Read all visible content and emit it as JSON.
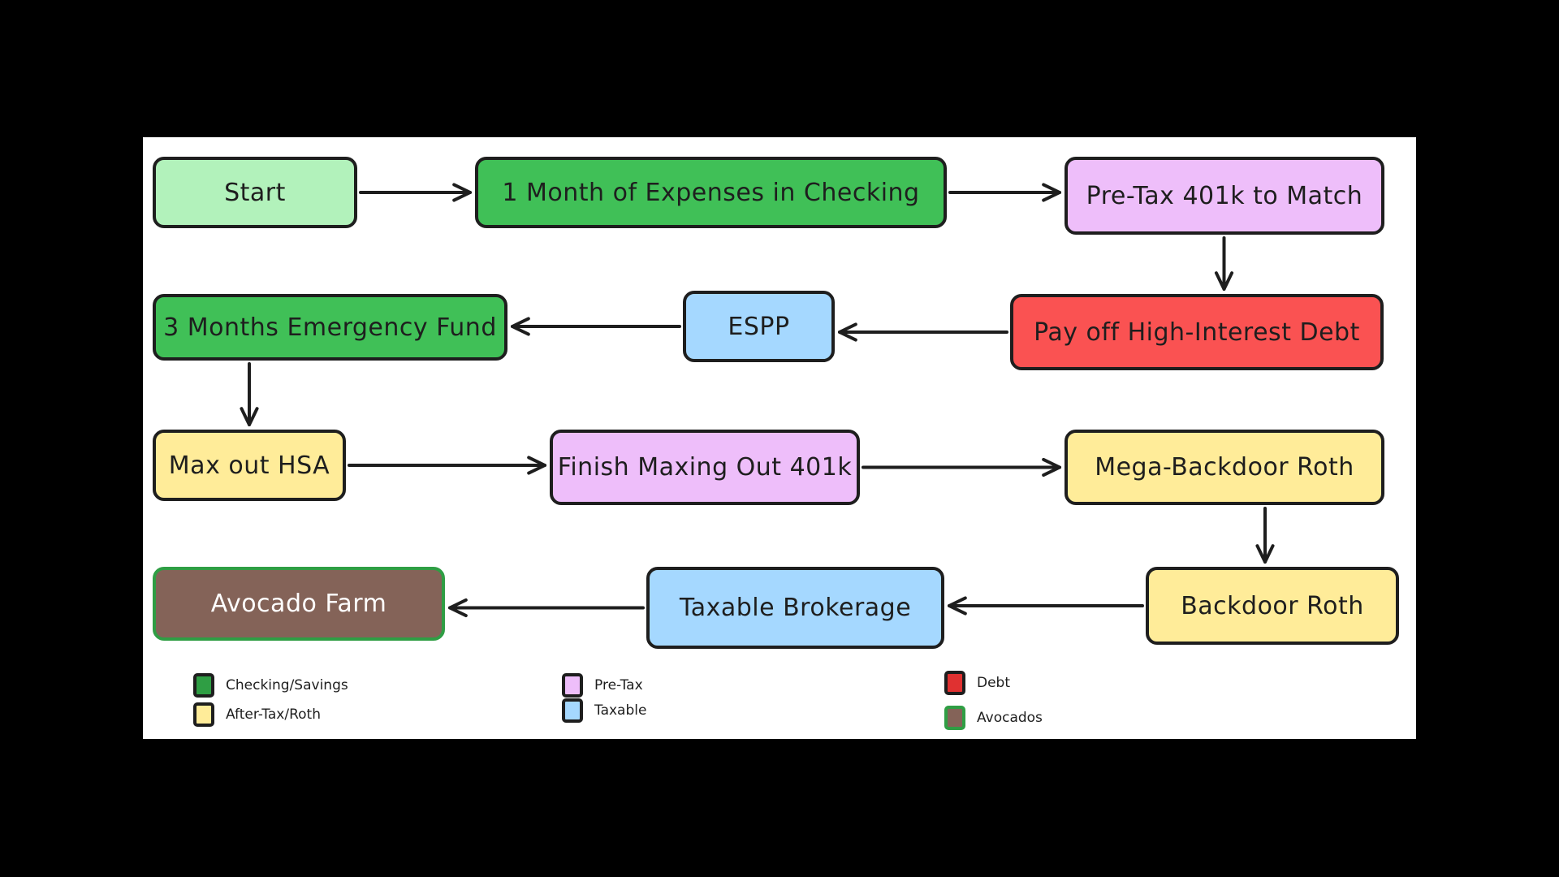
{
  "nodes": {
    "start": {
      "label": "Start",
      "fill": "#b2f2bb",
      "stroke": "#1e1e1e"
    },
    "one_month": {
      "label": "1 Month of Expenses in Checking",
      "fill": "#40c057",
      "stroke": "#1e1e1e"
    },
    "pretax_match": {
      "label": "Pre-Tax 401k to Match",
      "fill": "#eebefa",
      "stroke": "#1e1e1e"
    },
    "debt": {
      "label": "Pay off High-Interest Debt",
      "fill": "#fa5252",
      "stroke": "#1e1e1e"
    },
    "espp": {
      "label": "ESPP",
      "fill": "#a5d8ff",
      "stroke": "#1e1e1e"
    },
    "emergency": {
      "label": "3 Months Emergency Fund",
      "fill": "#40c057",
      "stroke": "#1e1e1e"
    },
    "hsa": {
      "label": "Max out HSA",
      "fill": "#ffec99",
      "stroke": "#1e1e1e"
    },
    "max401k": {
      "label": "Finish Maxing Out 401k",
      "fill": "#eebefa",
      "stroke": "#1e1e1e"
    },
    "mega": {
      "label": "Mega-Backdoor Roth",
      "fill": "#ffec99",
      "stroke": "#1e1e1e"
    },
    "backdoor": {
      "label": "Backdoor Roth",
      "fill": "#ffec99",
      "stroke": "#1e1e1e"
    },
    "taxable": {
      "label": "Taxable Brokerage",
      "fill": "#a5d8ff",
      "stroke": "#1e1e1e"
    },
    "avocado": {
      "label": "Avocado Farm",
      "fill": "#846358",
      "stroke": "#2f9e44",
      "text_color": "#ffffff"
    }
  },
  "edges": [
    [
      "start",
      "one_month"
    ],
    [
      "one_month",
      "pretax_match"
    ],
    [
      "pretax_match",
      "debt"
    ],
    [
      "debt",
      "espp"
    ],
    [
      "espp",
      "emergency"
    ],
    [
      "emergency",
      "hsa"
    ],
    [
      "hsa",
      "max401k"
    ],
    [
      "max401k",
      "mega"
    ],
    [
      "mega",
      "backdoor"
    ],
    [
      "backdoor",
      "taxable"
    ],
    [
      "taxable",
      "avocado"
    ]
  ],
  "legend": [
    {
      "label": "Checking/Savings",
      "color": "#2f9e44"
    },
    {
      "label": "After-Tax/Roth",
      "color": "#ffec99"
    },
    {
      "label": "Pre-Tax",
      "color": "#eebefa"
    },
    {
      "label": "Taxable",
      "color": "#a5d8ff"
    },
    {
      "label": "Debt",
      "color": "#e03131"
    },
    {
      "label": "Avocados",
      "color": "#846358",
      "border": "#2f9e44"
    }
  ]
}
